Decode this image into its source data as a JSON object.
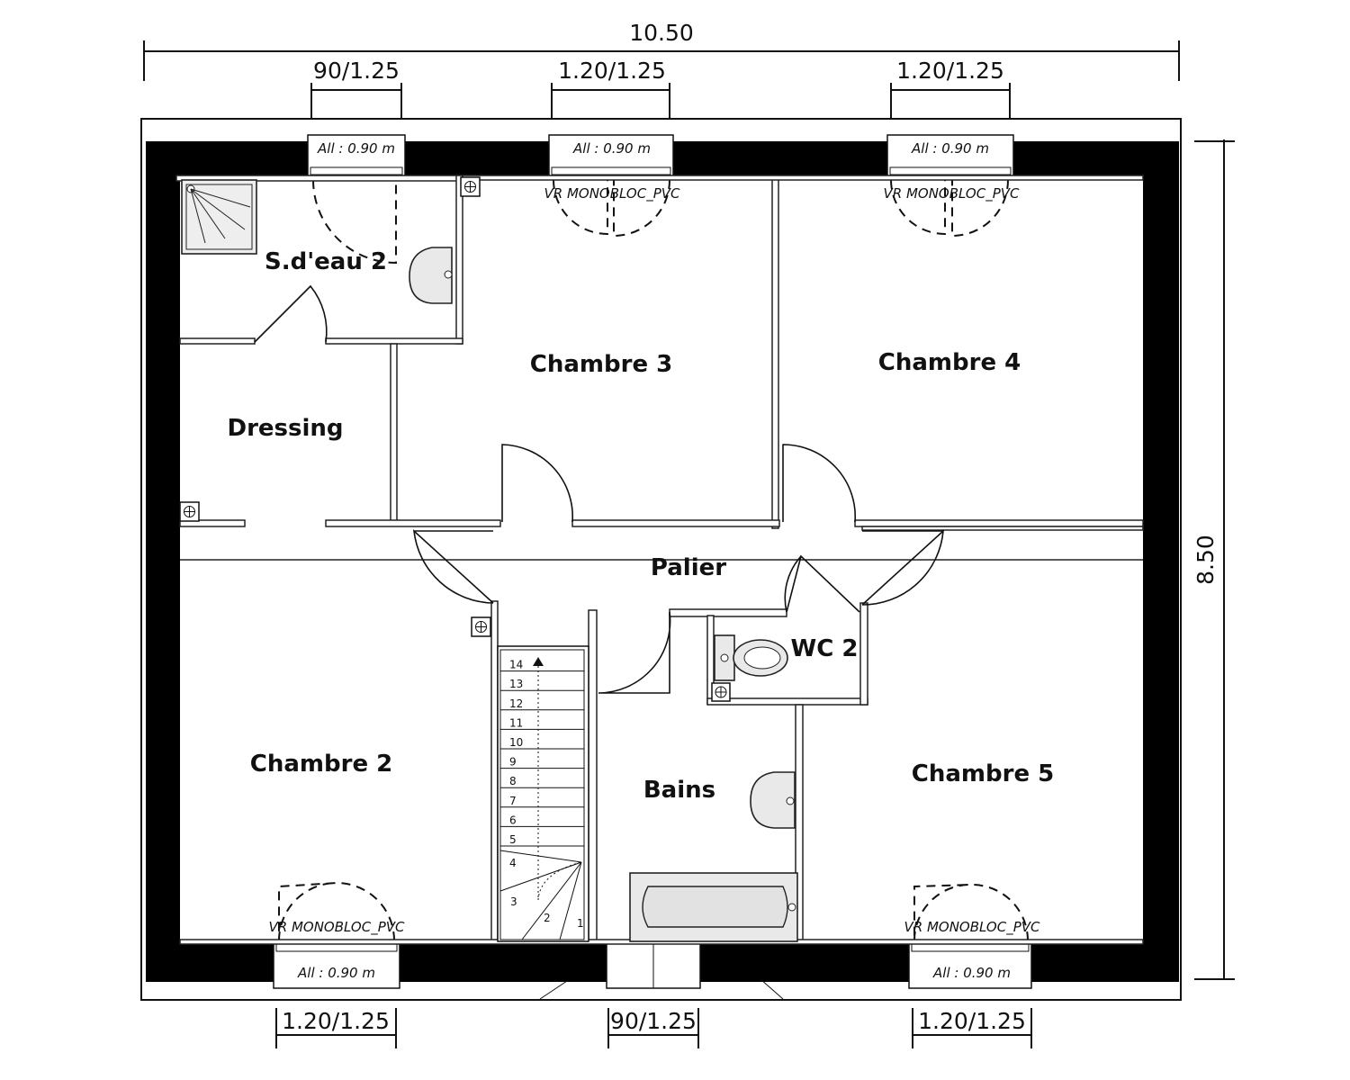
{
  "dimensions": {
    "overall_width": "10.50",
    "overall_height": "8.50",
    "top_openings": [
      "90/1.25",
      "1.20/1.25",
      "1.20/1.25"
    ],
    "bottom_openings": [
      "1.20/1.25",
      "90/1.25",
      "1.20/1.25"
    ]
  },
  "windows": {
    "allege_tags": [
      "All : 0.90 m",
      "All : 0.90 m",
      "All : 0.90 m",
      "All : 0.90 m",
      "All : 0.90 m"
    ],
    "shutter_tags": [
      "VR MONOBLOC_PVC",
      "VR MONOBLOC_PVC",
      "VR MONOBLOC_PVC",
      "VR MONOBLOC_PVC"
    ]
  },
  "rooms": {
    "sdeau": "S.d'eau 2",
    "chambre3": "Chambre 3",
    "chambre4": "Chambre 4",
    "dressing": "Dressing",
    "palier": "Palier",
    "wc": "WC 2",
    "chambre2": "Chambre 2",
    "bains": "Bains",
    "chambre5": "Chambre 5"
  },
  "stairs": {
    "steps": [
      "1",
      "2",
      "3",
      "4",
      "5",
      "6",
      "7",
      "8",
      "9",
      "10",
      "11",
      "12",
      "13",
      "14"
    ]
  }
}
